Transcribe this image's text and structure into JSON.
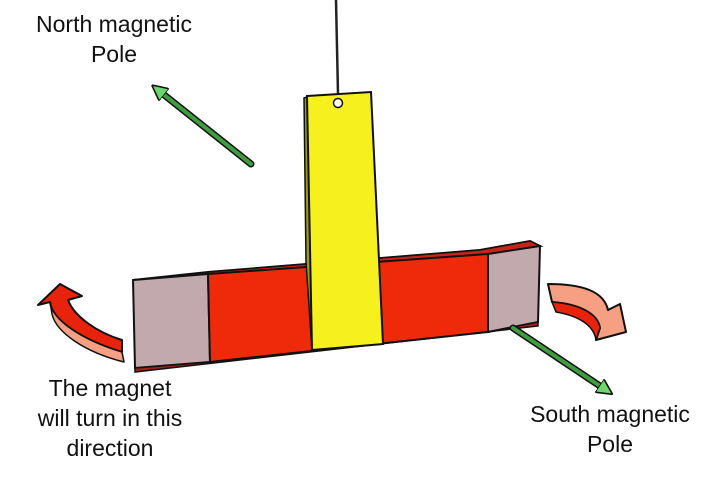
{
  "labels": {
    "north": [
      "North magnetic",
      "Pole"
    ],
    "turn": [
      "The magnet",
      "will turn in this",
      "direction"
    ],
    "south": [
      "South magnetic",
      "Pole"
    ]
  },
  "colors": {
    "magnet_red": "#ee2a0a",
    "magnet_grey": "#c2a9ad",
    "tag_yellow": "#f5f01e",
    "arrow_green": "#3f9c3f",
    "arrow_red": "#e8230c",
    "arrow_salmon": "#f79f82"
  }
}
